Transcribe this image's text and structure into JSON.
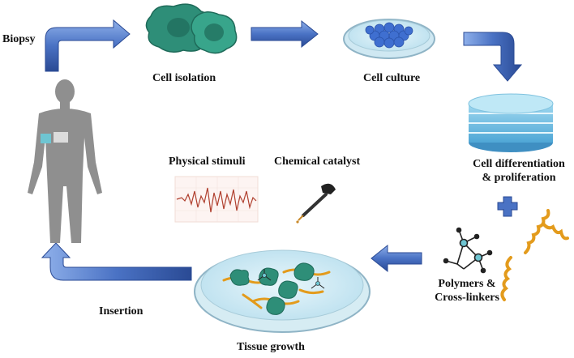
{
  "labels": {
    "biopsy": "Biopsy",
    "cell_isolation": "Cell isolation",
    "cell_culture": "Cell culture",
    "cell_diff_line1": "Cell differentiation",
    "cell_diff_line2": "& proliferation",
    "physical_stimuli": "Physical stimuli",
    "chemical_catalyst": "Chemical catalyst",
    "polymers_line1": "Polymers &",
    "polymers_line2": "Cross-linkers",
    "insertion": "Insertion",
    "tissue_growth": "Tissue growth"
  },
  "icons": [
    "human-body-icon",
    "isolated-cells-icon",
    "petri-dish-icon",
    "stacked-culture-plates-icon",
    "plus-icon",
    "polymer-network-icon",
    "polymer-chain-icon",
    "waveform-icon",
    "dropper-icon",
    "tissue-dish-icon",
    "flow-arrow-icon"
  ],
  "colors": {
    "arrow_blue": "#4a72c4",
    "arrow_dark": "#2a4a94",
    "cell_green": "#2e8e78",
    "culture_blue": "#3f6fd0",
    "dish_blue": "#bfe3ef",
    "polymer_orange": "#e39b1c",
    "body_gray": "#8f8f8f"
  }
}
